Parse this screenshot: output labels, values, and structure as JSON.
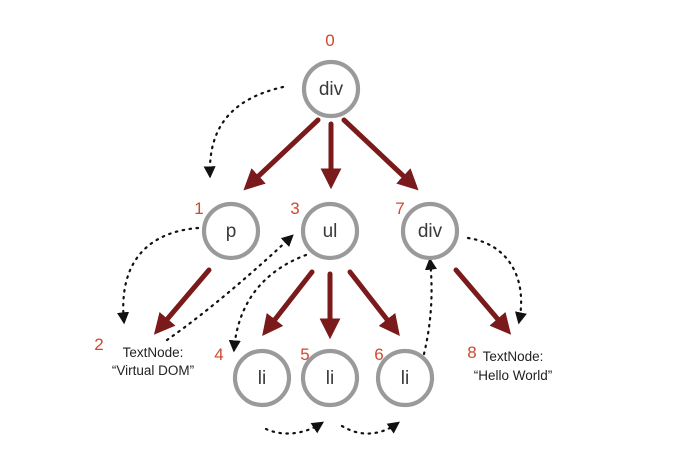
{
  "nodes": [
    {
      "id": "n0",
      "label": "div",
      "order": "0"
    },
    {
      "id": "n1",
      "label": "p",
      "order": "1"
    },
    {
      "id": "n3",
      "label": "ul",
      "order": "3"
    },
    {
      "id": "n7",
      "label": "div",
      "order": "7"
    },
    {
      "id": "n4",
      "label": "li",
      "order": "4"
    },
    {
      "id": "n5",
      "label": "li",
      "order": "5"
    },
    {
      "id": "n6",
      "label": "li",
      "order": "6"
    }
  ],
  "text_nodes": [
    {
      "id": "t2",
      "order": "2",
      "line1": "TextNode:",
      "line2": "“Virtual DOM”"
    },
    {
      "id": "t8",
      "order": "8",
      "line1": "TextNode:",
      "line2": "“Hello World”"
    }
  ],
  "colors": {
    "tree_edge": "#7a1a1a",
    "traversal_edge": "#111111",
    "node_ring": "#9a9a9a",
    "order_label": "#d0482e"
  }
}
